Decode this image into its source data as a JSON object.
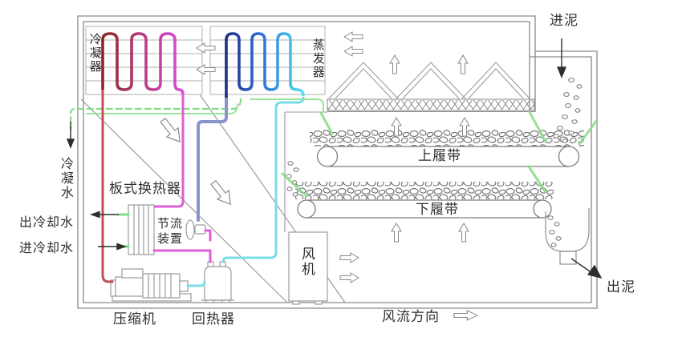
{
  "diagram": {
    "type": "sludge-drying-heat-pump-schematic",
    "labels": {
      "condenser": "冷凝器",
      "evaporator": "蒸发器",
      "sludge_inlet": "进泥",
      "sludge_outlet": "出泥",
      "upper_belt": "上履带",
      "lower_belt": "下履带",
      "condensate_water": "冷凝水",
      "cooling_water_out": "出冷却水",
      "cooling_water_in": "进冷却水",
      "plate_heat_exchanger": "板式换热器",
      "throttle_device_line1": "节流",
      "throttle_device_line2": "装置",
      "fan": "风机",
      "compressor": "压缩机",
      "regenerator": "回热器",
      "airflow_direction": "风流方向"
    },
    "colors": {
      "outline": "#8a8a8a",
      "equipment_outline": "#9b9b9b",
      "condenser_coil_start": "#8e2626",
      "condenser_coil_end": "#d94fd9",
      "evaporator_coil_start": "#1f2d8a",
      "evaporator_coil_end": "#55e0ef",
      "hot_gas_pipe_red": "#c05050",
      "liquid_pipe_magenta": "#dd5fd6",
      "expansion_pipe_bluegray": "#8a94cc",
      "suction_pipe_cyan": "#7adce8",
      "condensate_drain_green": "#84dc84",
      "text": "#2e2e2e"
    }
  }
}
